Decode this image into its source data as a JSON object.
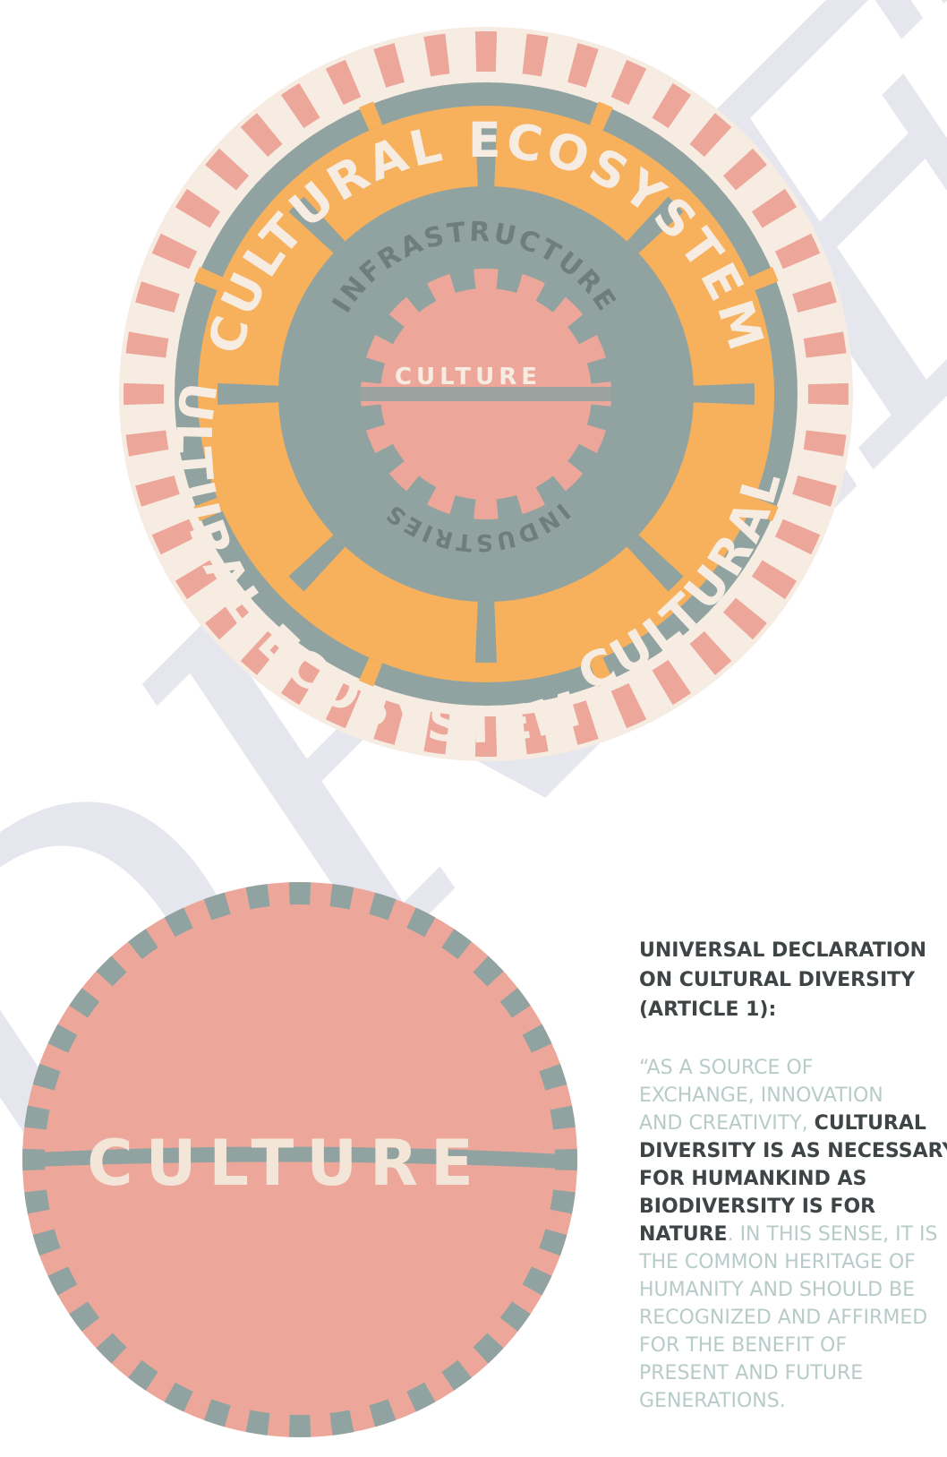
{
  "watermark": {
    "text": "DRAFT",
    "color": "#e6e7ee"
  },
  "colors": {
    "cream": "#f6ece2",
    "salmon": "#eda79a",
    "orange": "#f7b05b",
    "slate": "#90a3a1",
    "dark_text": "#3f4446",
    "muted_text": "#b7cbc9"
  },
  "top_diagram": {
    "outer_ring_top_label": "CULTURAL ECOSYSTEM",
    "outer_ring_bottom_label_left": "CULTURAL ECOSYSTEM",
    "outer_ring_bottom_label_right": "CULTURAL",
    "inner_ring_top_label": "INFRASTRUCTURE",
    "inner_ring_bottom_label": "INDUSTRIES",
    "core_label": "CULTURE"
  },
  "bottom_diagram": {
    "label": "CULTURE"
  },
  "quote": {
    "heading_lines": [
      "UNIVERSAL DECLARATION",
      "ON CULTURAL DIVERSITY",
      "(ARTICLE 1):"
    ],
    "body": {
      "part1": "“AS A SOURCE OF EXCHANGE, INNOVATION AND CREATIVITY, ",
      "part2": "CULTURAL DIVERSITY IS AS NECESSARY FOR HUMANKIND AS BIODIVERSITY IS FOR NATURE",
      "part3": ". IN THIS SENSE, IT IS THE COMMON HERITAGE OF HUMANITY AND SHOULD BE RECOGNIZED AND AFFIRMED FOR THE BENEFIT OF PRESENT AND FUTURE GENERATIONS."
    },
    "body_lines": [
      [
        {
          "t": "“AS A SOURCE OF",
          "s": false
        }
      ],
      [
        {
          "t": "EXCHANGE, INNOVATION",
          "s": false
        }
      ],
      [
        {
          "t": "AND CREATIVITY, ",
          "s": false
        },
        {
          "t": "CULTURAL",
          "s": true
        }
      ],
      [
        {
          "t": "DIVERSITY IS AS NECESSARY",
          "s": true
        }
      ],
      [
        {
          "t": "FOR HUMANKIND AS",
          "s": true
        }
      ],
      [
        {
          "t": "BIODIVERSITY IS FOR",
          "s": true
        }
      ],
      [
        {
          "t": "NATURE",
          "s": true
        },
        {
          "t": ". IN THIS SENSE, IT IS",
          "s": false
        }
      ],
      [
        {
          "t": "THE COMMON HERITAGE OF",
          "s": false
        }
      ],
      [
        {
          "t": "HUMANITY AND SHOULD BE",
          "s": false
        }
      ],
      [
        {
          "t": "RECOGNIZED AND AFFIRMED",
          "s": false
        }
      ],
      [
        {
          "t": "FOR THE BENEFIT OF",
          "s": false
        }
      ],
      [
        {
          "t": "PRESENT AND FUTURE",
          "s": false
        }
      ],
      [
        {
          "t": "GENERATIONS.",
          "s": false
        }
      ]
    ]
  }
}
